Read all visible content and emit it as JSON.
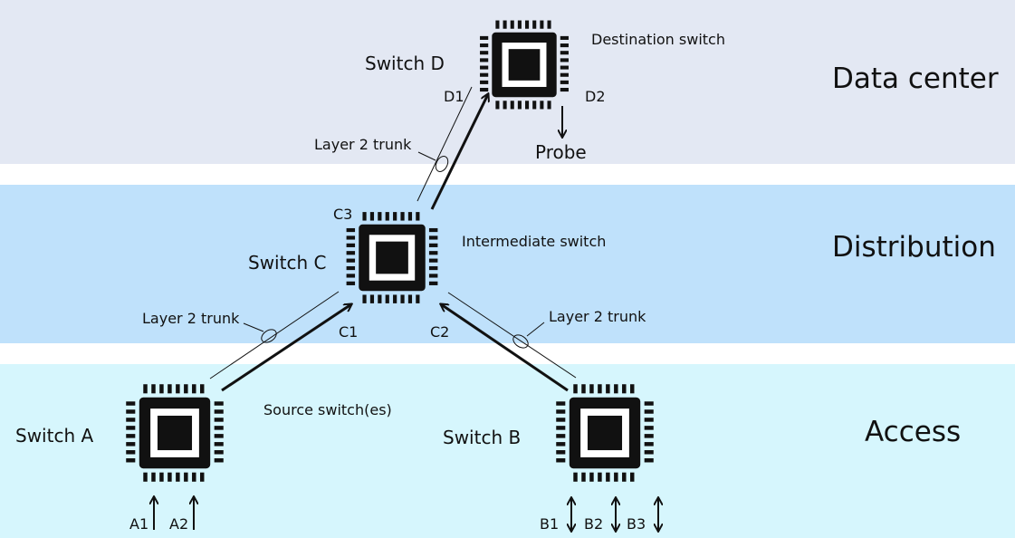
{
  "colors": {
    "data_center_band": "#e3e8f3",
    "distribution_band": "#bfe1fb",
    "access_band": "#d6f6fd",
    "ink": "#111111"
  },
  "tiers": {
    "data_center": "Data center",
    "distribution": "Distribution",
    "access": "Access"
  },
  "switches": {
    "d": {
      "name": "Switch D",
      "role": "Destination switch",
      "icon": "chip-icon"
    },
    "c": {
      "name": "Switch C",
      "role": "Intermediate switch",
      "icon": "chip-icon"
    },
    "a": {
      "name": "Switch A",
      "icon": "chip-icon"
    },
    "b": {
      "name": "Switch B",
      "icon": "chip-icon"
    },
    "source_label": "Source switch(es)"
  },
  "ports": {
    "d1": "D1",
    "d2": "D2",
    "c1": "C1",
    "c2": "C2",
    "c3": "C3",
    "a1": "A1",
    "a2": "A2",
    "b1": "B1",
    "b2": "B2",
    "b3": "B3"
  },
  "links": {
    "trunk_dc": "Layer 2 trunk",
    "trunk_ac": "Layer 2 trunk",
    "trunk_bc": "Layer 2 trunk"
  },
  "probe": "Probe"
}
